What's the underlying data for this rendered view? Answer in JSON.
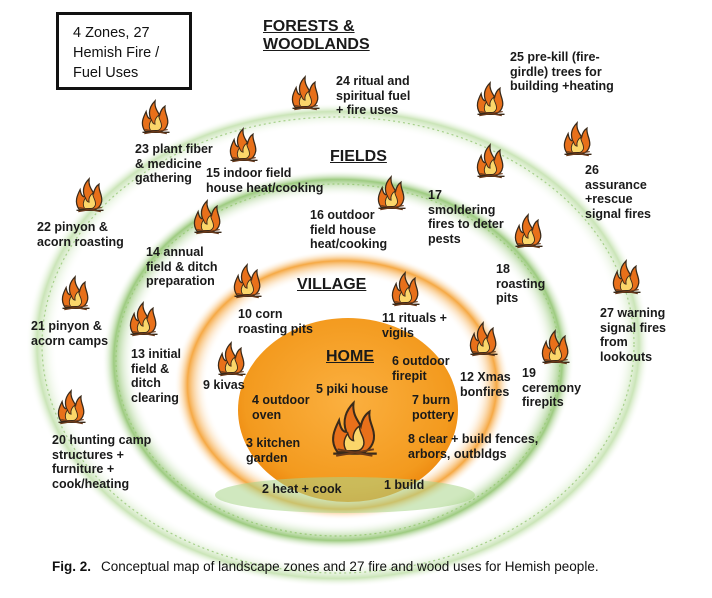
{
  "summary_box": {
    "text": "4 Zones, 27\nHemish Fire /\nFuel Uses"
  },
  "zones": {
    "forests": "FORESTS &\nWOODLANDS",
    "fields": "FIELDS",
    "village": "VILLAGE",
    "home": "HOME"
  },
  "uses": [
    "1 build",
    "2 heat + cook",
    "3 kitchen\ngarden",
    "4 outdoor\noven",
    "5 piki house",
    "6 outdoor\nfirepit",
    "7 burn\npottery",
    "8 clear + build fences,\narbors, outbldgs",
    "9 kivas",
    "10 corn\nroasting pits",
    "11 rituals +\nvigils",
    "12 Xmas\nbonfires",
    "13 initial\nfield &\nditch\nclearing",
    "14 annual\nfield & ditch\npreparation",
    "15 indoor field\nhouse heat/cooking",
    "16 outdoor\nfield house\nheat/cooking",
    "17\nsmoldering\nfires to deter\npests",
    "18\nroasting\npits",
    "19\nceremony\nfirepits",
    "20 hunting camp\nstructures +\nfurniture +\ncook/heating",
    "21 pinyon &\nacorn camps",
    "22 pinyon &\nacorn roasting",
    "23 plant fiber\n& medicine\ngathering",
    "24 ritual and\nspiritual fuel\n+ fire uses",
    "25 pre-kill (fire-\ngirdle) trees for\nbuilding +heating",
    "26\nassurance\n+rescue\nsignal fires",
    "27 warning\nsignal fires\nfrom\nlookouts"
  ],
  "caption": {
    "label": "Fig. 2.",
    "text": "Conceptual map of landscape zones and 27 fire and wood uses for Hemish people."
  },
  "colors": {
    "home_fill": "#f39a1e",
    "village_glow": "#f5a43a",
    "fields_glow": "#8cc26a",
    "forest_glow": "#b9dca0",
    "flame": "#e8701a",
    "flame_core": "#fbd66a",
    "flame_outline": "#3a2a1a"
  },
  "icons": [
    "fire-icon"
  ]
}
